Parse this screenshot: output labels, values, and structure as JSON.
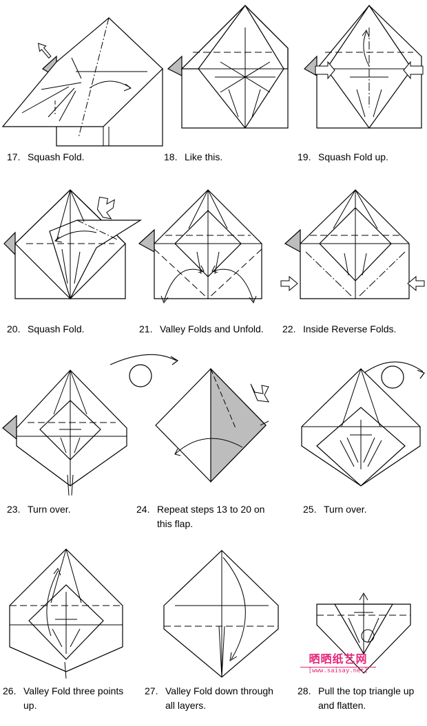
{
  "steps": [
    {
      "num": "17.",
      "text": "Squash Fold.",
      "cont": ""
    },
    {
      "num": "18.",
      "text": "Like this.",
      "cont": ""
    },
    {
      "num": "19.",
      "text": "Squash Fold up.",
      "cont": ""
    },
    {
      "num": "20.",
      "text": "Squash Fold.",
      "cont": ""
    },
    {
      "num": "21.",
      "text": "Valley Folds and Unfold.",
      "cont": ""
    },
    {
      "num": "22.",
      "text": "Inside Reverse Folds.",
      "cont": ""
    },
    {
      "num": "23.",
      "text": "Turn over.",
      "cont": ""
    },
    {
      "num": "24.",
      "text": "Repeat steps 13 to 20 on",
      "cont": "this flap."
    },
    {
      "num": "25.",
      "text": "Turn over.",
      "cont": ""
    },
    {
      "num": "26.",
      "text": "Valley Fold three points",
      "cont": "up."
    },
    {
      "num": "27.",
      "text": "Valley Fold down through",
      "cont": "all layers."
    },
    {
      "num": "28.",
      "text": "Pull the top triangle up",
      "cont": "and flatten."
    }
  ],
  "watermark": {
    "title": "晒晒纸艺网",
    "url": "[www.saisay.net]"
  },
  "colors": {
    "line": "#000000",
    "shade": "#bdbdbd",
    "paper": "#ffffff",
    "watermark": "#e5277a"
  }
}
